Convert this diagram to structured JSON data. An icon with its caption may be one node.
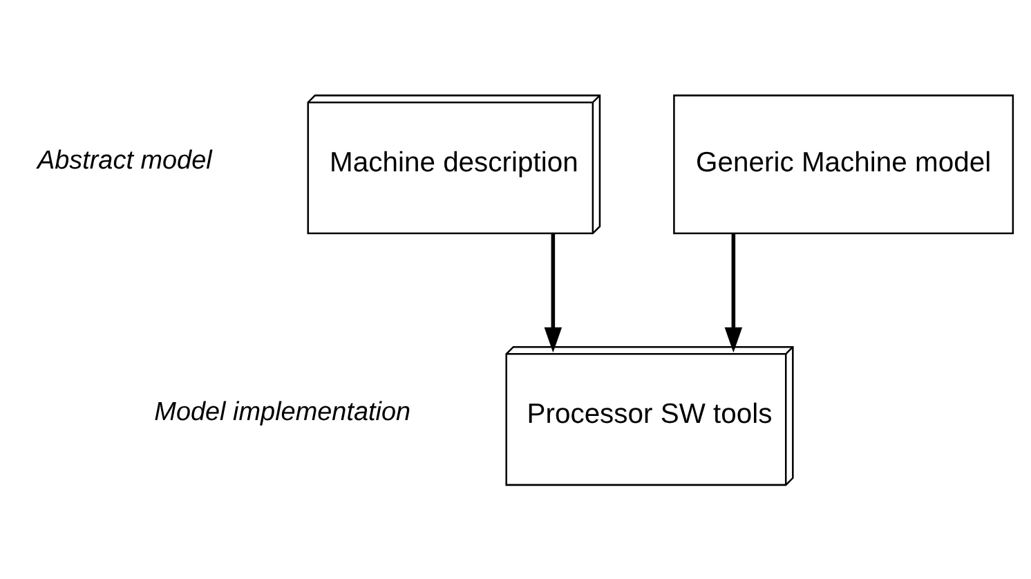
{
  "diagram": {
    "nodes": [
      {
        "text": [
          "Machine description"
        ]
      },
      {
        "text": [
          "Generic Machine model"
        ]
      },
      {
        "text": [
          "Processor SW tools"
        ]
      }
    ],
    "edges": [
      {
        "from": 0,
        "to": 2,
        "arrow": "to"
      },
      {
        "from": 1,
        "to": 2,
        "arrow": "to"
      }
    ],
    "labels": [
      "Abstract model",
      "Model implementation"
    ]
  }
}
